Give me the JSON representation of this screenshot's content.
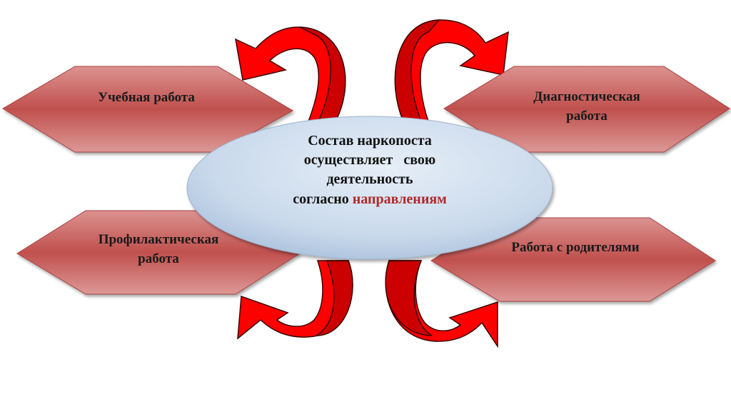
{
  "nodes": {
    "top_left": {
      "lines": [
        "Учебная работа"
      ]
    },
    "top_right": {
      "lines": [
        "Диагностическая",
        "работа"
      ]
    },
    "bottom_left": {
      "lines": [
        "Профилактическая",
        "работа"
      ]
    },
    "bottom_right": {
      "lines": [
        "Работа с родителями"
      ]
    }
  },
  "center": {
    "lines": [
      "Состав наркопоста",
      "осуществляет   свою",
      "деятельность",
      "согласно "
    ],
    "highlight": "направлениям"
  },
  "colors": {
    "hexagon": "#c0504d",
    "arrow": "#ff0000",
    "ellipse": "#c5d6ea",
    "highlight": "#b02a2a"
  }
}
